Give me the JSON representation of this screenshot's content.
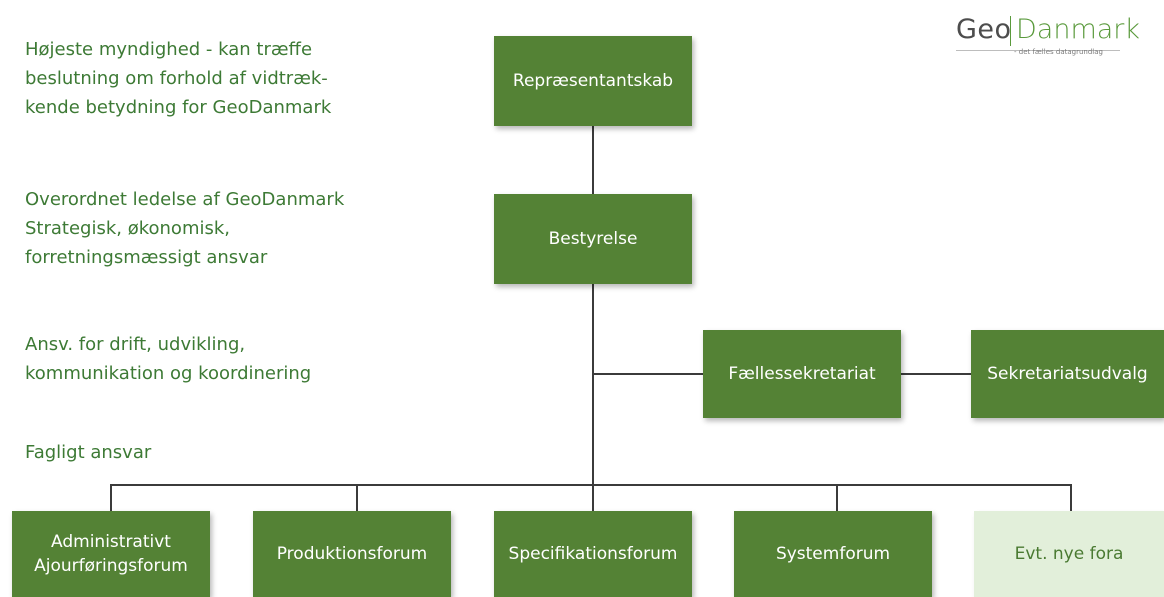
{
  "logo": {
    "geo": "Geo",
    "danmark": "Danmark",
    "tagline": "- det fælles datagrundlag"
  },
  "descriptions": {
    "level1": "Højeste myndighed - kan træffe\nbeslutning om forhold af vidtræk-\nkende betydning for GeoDanmark",
    "level2": "Overordnet ledelse af GeoDanmark\nStrategisk, økonomisk,\nforretningsmæssigt ansvar",
    "level3": "Ansv. for drift, udvikling,\nkommunikation og koordinering",
    "level4": "Fagligt ansvar"
  },
  "boxes": {
    "repraesentantskab": "Repræsentantskab",
    "bestyrelse": "Bestyrelse",
    "faellessekretariat": "Fællessekretariat",
    "sekretariatsudvalg": "Sekretariatsudvalg",
    "administrativt": "Administrativt\nAjourføringsforum",
    "produktionsforum": "Produktionsforum",
    "specifikationsforum": "Specifikationsforum",
    "systemforum": "Systemforum",
    "evt_nye_fora": "Evt. nye fora"
  },
  "colors": {
    "box_fill": "#548235",
    "box_fill_light": "#e2efda",
    "text_green": "#3d7a35",
    "connector": "#3b3b3b"
  }
}
